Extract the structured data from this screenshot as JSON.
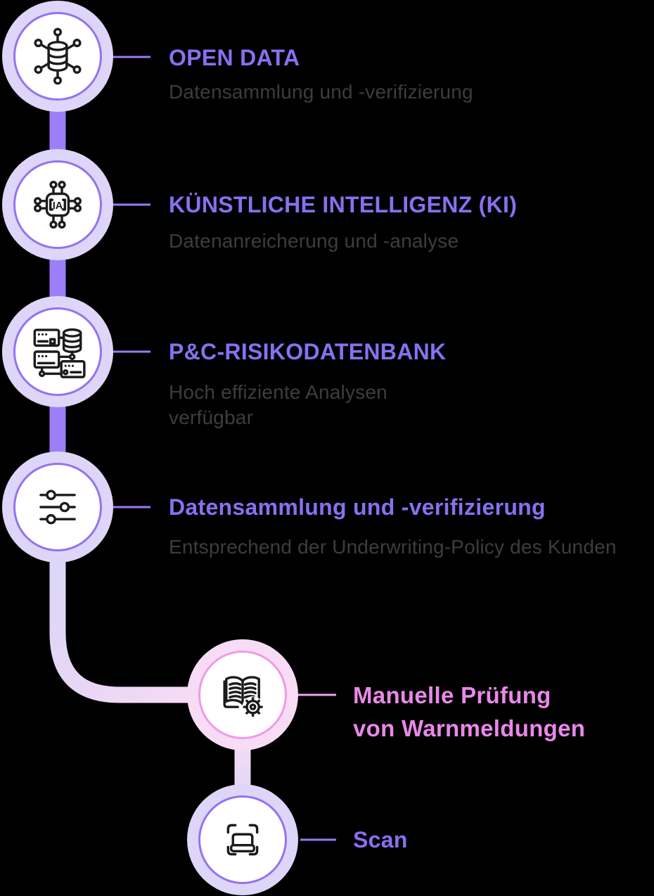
{
  "colors": {
    "background": "#000000",
    "title_purple": "#8a6ff0",
    "title_pink": "#e988e8",
    "subtitle_gray": "#3d3d3f",
    "band_purple": "#9c7ef8",
    "ring_lavender": "#ded6f8",
    "ring_border_purple": "#9473f0",
    "ring_pink": "#f8dcf6",
    "ring_border_pink": "#f09ae8",
    "curve_lavender": "#dcd7f8",
    "curve_pink": "#f8dcf6",
    "connector_line_purple": "#9a7af5",
    "connector_line_pink": "#f0a0ee",
    "icon_stroke": "#1c1c1c"
  },
  "items": [
    {
      "id": "open-data",
      "icon": "network-database-icon",
      "theme": "purple",
      "title_lines": [
        "OPEN DATA"
      ],
      "subtitle_lines": [
        "Datensammlung und -verifizierung"
      ]
    },
    {
      "id": "kuenstliche-intelligenz",
      "icon": "ai-chip-icon",
      "theme": "purple",
      "title_lines": [
        "KÜNSTLICHE INTELLIGENZ (KI)"
      ],
      "subtitle_lines": [
        "Datenanreicherung und -analyse"
      ]
    },
    {
      "id": "pc-risikodatenbank",
      "icon": "server-cluster-icon",
      "theme": "purple",
      "title_lines": [
        "P&C-RISIKODATENBANK"
      ],
      "subtitle_lines": [
        "Hoch effiziente Analysen",
        "verfügbar"
      ]
    },
    {
      "id": "datensammlung-verifizierung",
      "icon": "sliders-icon",
      "theme": "purple",
      "title_lines": [
        "Datensammlung und -verifizierung"
      ],
      "subtitle_lines": [
        "Entsprechend der Underwriting-Policy des Kunden"
      ]
    },
    {
      "id": "manuelle-pruefung",
      "icon": "book-gear-icon",
      "theme": "pink",
      "title_lines": [
        "Manuelle Prüfung",
        "von Warnmeldungen"
      ],
      "subtitle_lines": []
    },
    {
      "id": "scan",
      "icon": "scan-frame-icon",
      "theme": "purple",
      "title_lines": [
        "Scan"
      ],
      "subtitle_lines": []
    }
  ],
  "ai_chip_label": "IA"
}
